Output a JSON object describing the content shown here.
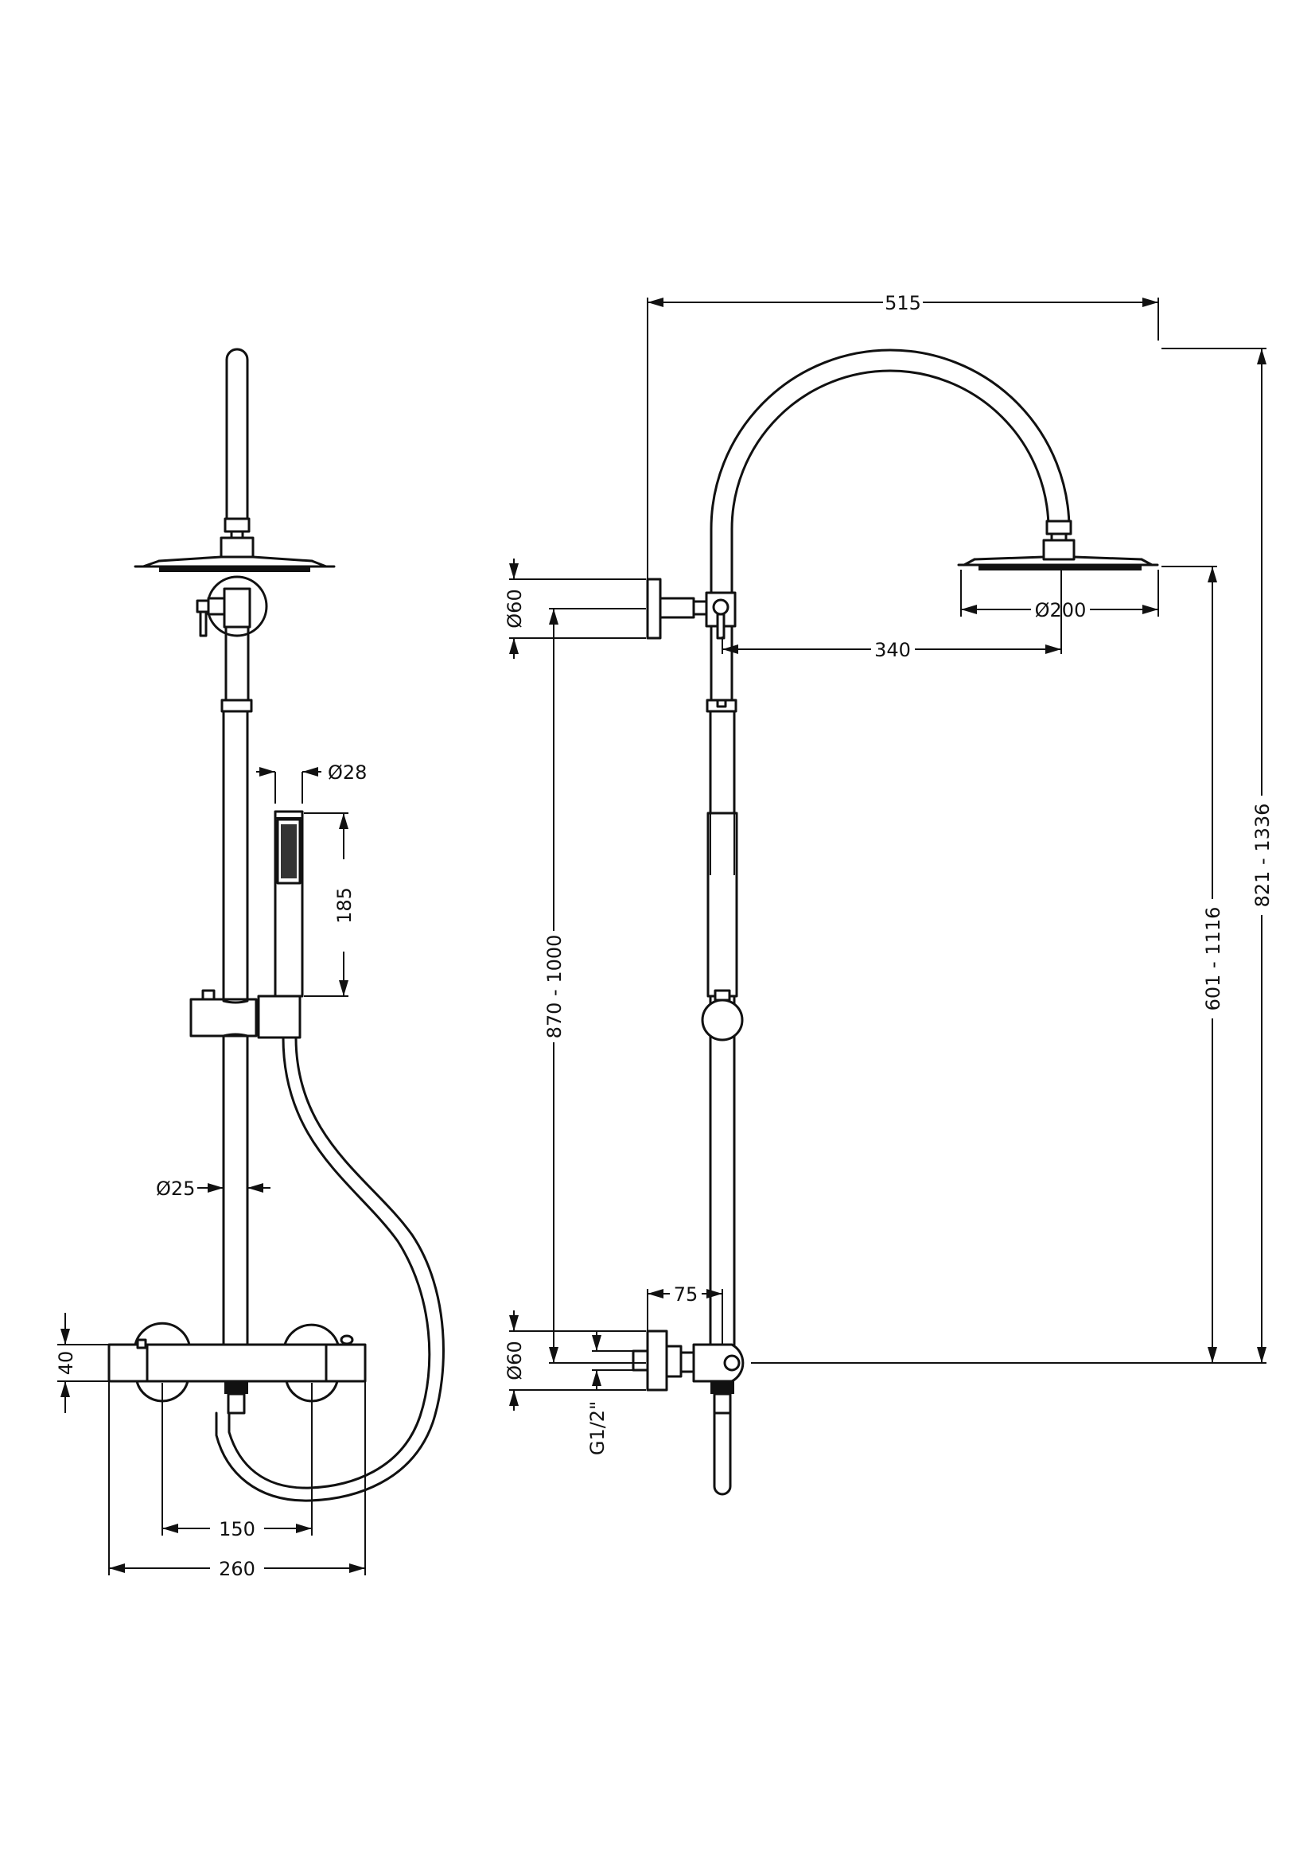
{
  "drawing": {
    "dimensions": {
      "front_arm_width": "515",
      "front_total_height": "821 - 1336",
      "front_head_height": "601 - 1116",
      "front_wall_flange_top": "Ø60",
      "front_head_diameter": "Ø200",
      "front_arm_offset": "340",
      "front_rail_height": "870 - 1000",
      "front_wall_flange_bottom": "Ø60",
      "front_inlet_projection": "75",
      "front_inlet_thread": "G1/2\"",
      "side_handset_diameter": "Ø28",
      "side_handset_length": "185",
      "side_riser_diameter": "Ø25",
      "side_valve_height": "40",
      "side_inlet_centres": "150",
      "side_valve_width": "260"
    }
  }
}
